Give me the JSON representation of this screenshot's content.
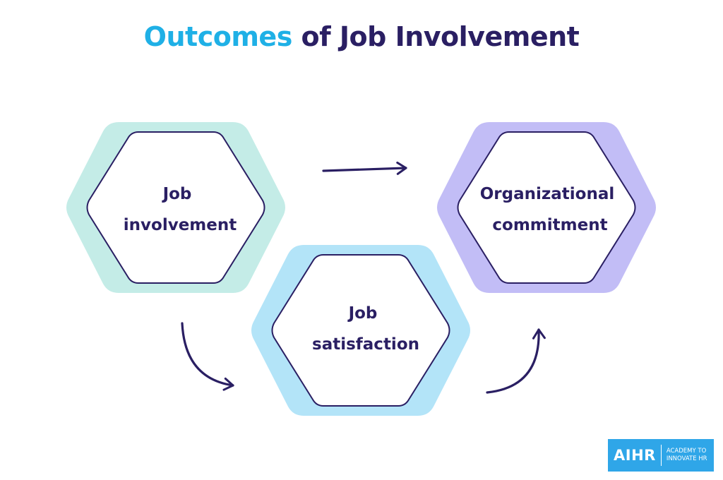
{
  "title": {
    "accent": "Outcomes",
    "rest": " of Job Involvement"
  },
  "nodes": [
    {
      "id": "job-involvement",
      "lines": [
        "Job",
        "involvement"
      ],
      "ring_color": "#c4ece7"
    },
    {
      "id": "job-satisfaction",
      "lines": [
        "Job",
        "satisfaction"
      ],
      "ring_color": "#b3e4f8"
    },
    {
      "id": "organizational-commitment",
      "lines": [
        "Organizational",
        "commitment"
      ],
      "ring_color": "#c2bdf6"
    }
  ],
  "colors": {
    "title_dark": "#2a1f63",
    "title_accent": "#1fb0e6",
    "outline": "#2a1f63",
    "logo_bg": "#2fa6e8"
  },
  "logo": {
    "brand": "AIHR",
    "tagline_line1": "ACADEMY TO",
    "tagline_line2": "INNOVATE HR"
  }
}
